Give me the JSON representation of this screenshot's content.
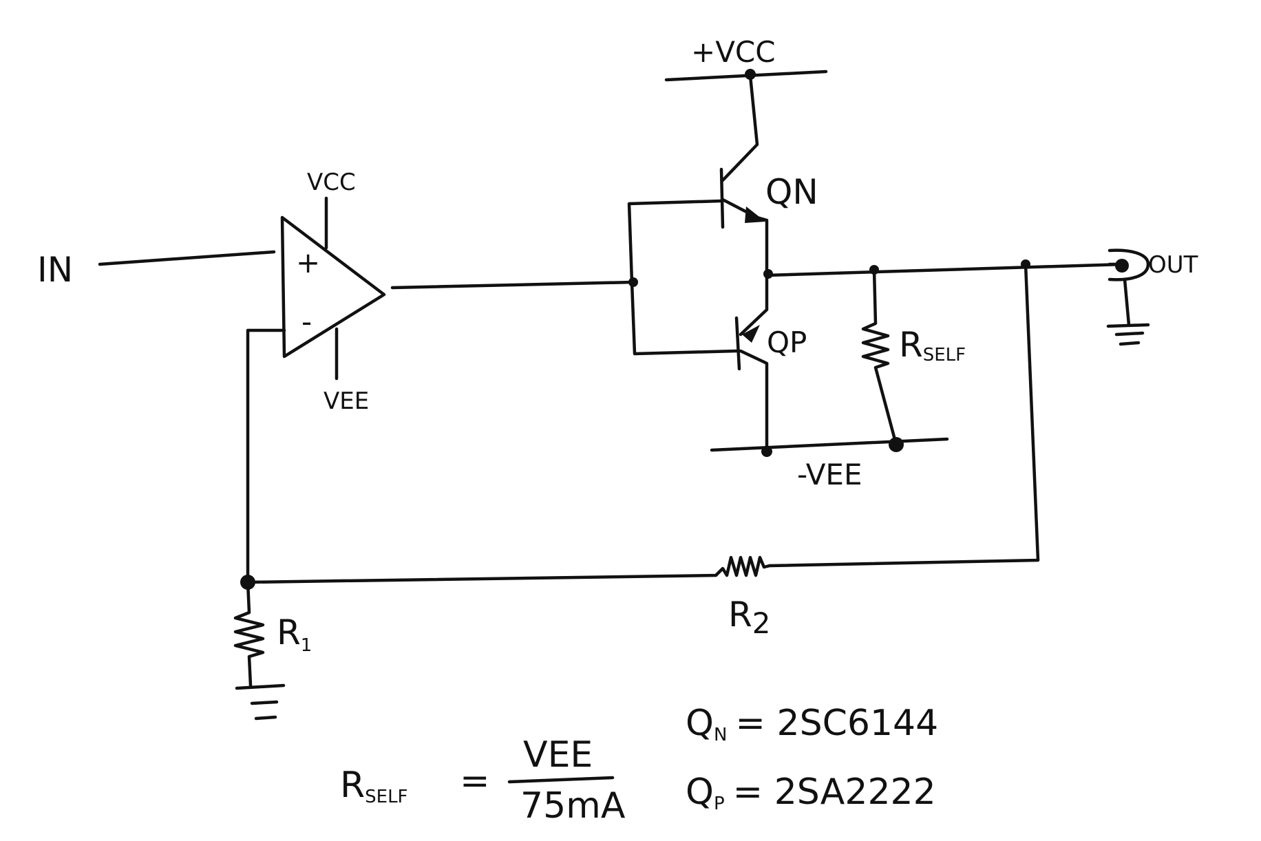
{
  "labels": {
    "in": "IN",
    "out": "OUT",
    "vcc_top": "+VCC",
    "vcc_opamp": "VCC",
    "vee_opamp": "VEE",
    "vee_bottom": "-VEE",
    "plus": "+",
    "minus": "-",
    "qn": "QN",
    "qp": "QP",
    "rself_main": "R",
    "rself_sub": "SELF",
    "r1_main": "R",
    "r1_sub": "1",
    "r2_main": "R",
    "r2_sub": "2"
  },
  "formula": {
    "lhs_main": "R",
    "lhs_sub": "SELF",
    "equals": "=",
    "numerator": "VEE",
    "denominator": "75mA"
  },
  "parts": {
    "qn_main": "Q",
    "qn_sub": "N",
    "qn_value": "= 2SC6144",
    "qp_main": "Q",
    "qp_sub": "P",
    "qp_value": "= 2SA2222"
  }
}
